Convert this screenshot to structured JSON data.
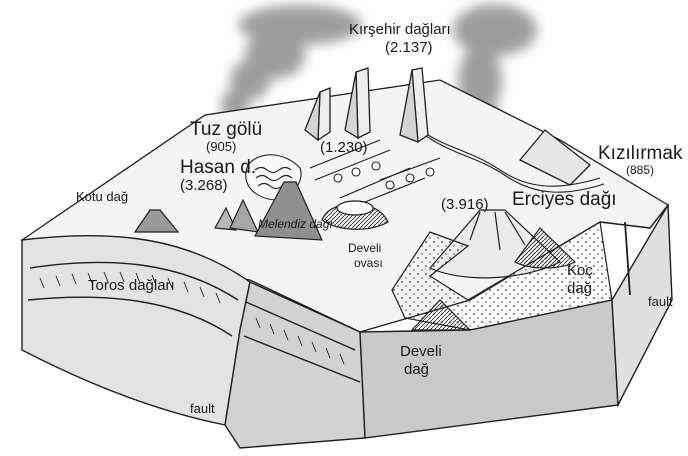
{
  "labels": {
    "kirsehir_name": "Kırşehir dağları",
    "kirsehir_elev": "(2.137)",
    "tuz_name": "Tuz gölü",
    "tuz_elev": "(905)",
    "center_elev": "(1.230)",
    "kizilirmak_name": "Kızılırmak",
    "kizilirmak_elev": "(885)",
    "kotu": "Kotu dağ",
    "hasan_name": "Hasan d.",
    "hasan_elev": "(3.268)",
    "erciyes_elev": "(3.916)",
    "erciyes_name": "Erciyes dağı",
    "melendiz": "Melendiz dağı",
    "develi_ovasi_1": "Develi",
    "develi_ovasi_2": "ovası",
    "koc_1": "Koç",
    "koc_2": "dağ",
    "toros": "Toros dağları",
    "develi_dag_1": "Develi",
    "develi_dag_2": "dağ",
    "fault_right": "fault",
    "fault_bottom": "fault"
  },
  "colors": {
    "line": "#1f1f1f",
    "plume": "#8a8a8a",
    "side_light": "#e3e3e3",
    "side_dark": "#c6c6c6",
    "plain": "#f4f4f4"
  }
}
